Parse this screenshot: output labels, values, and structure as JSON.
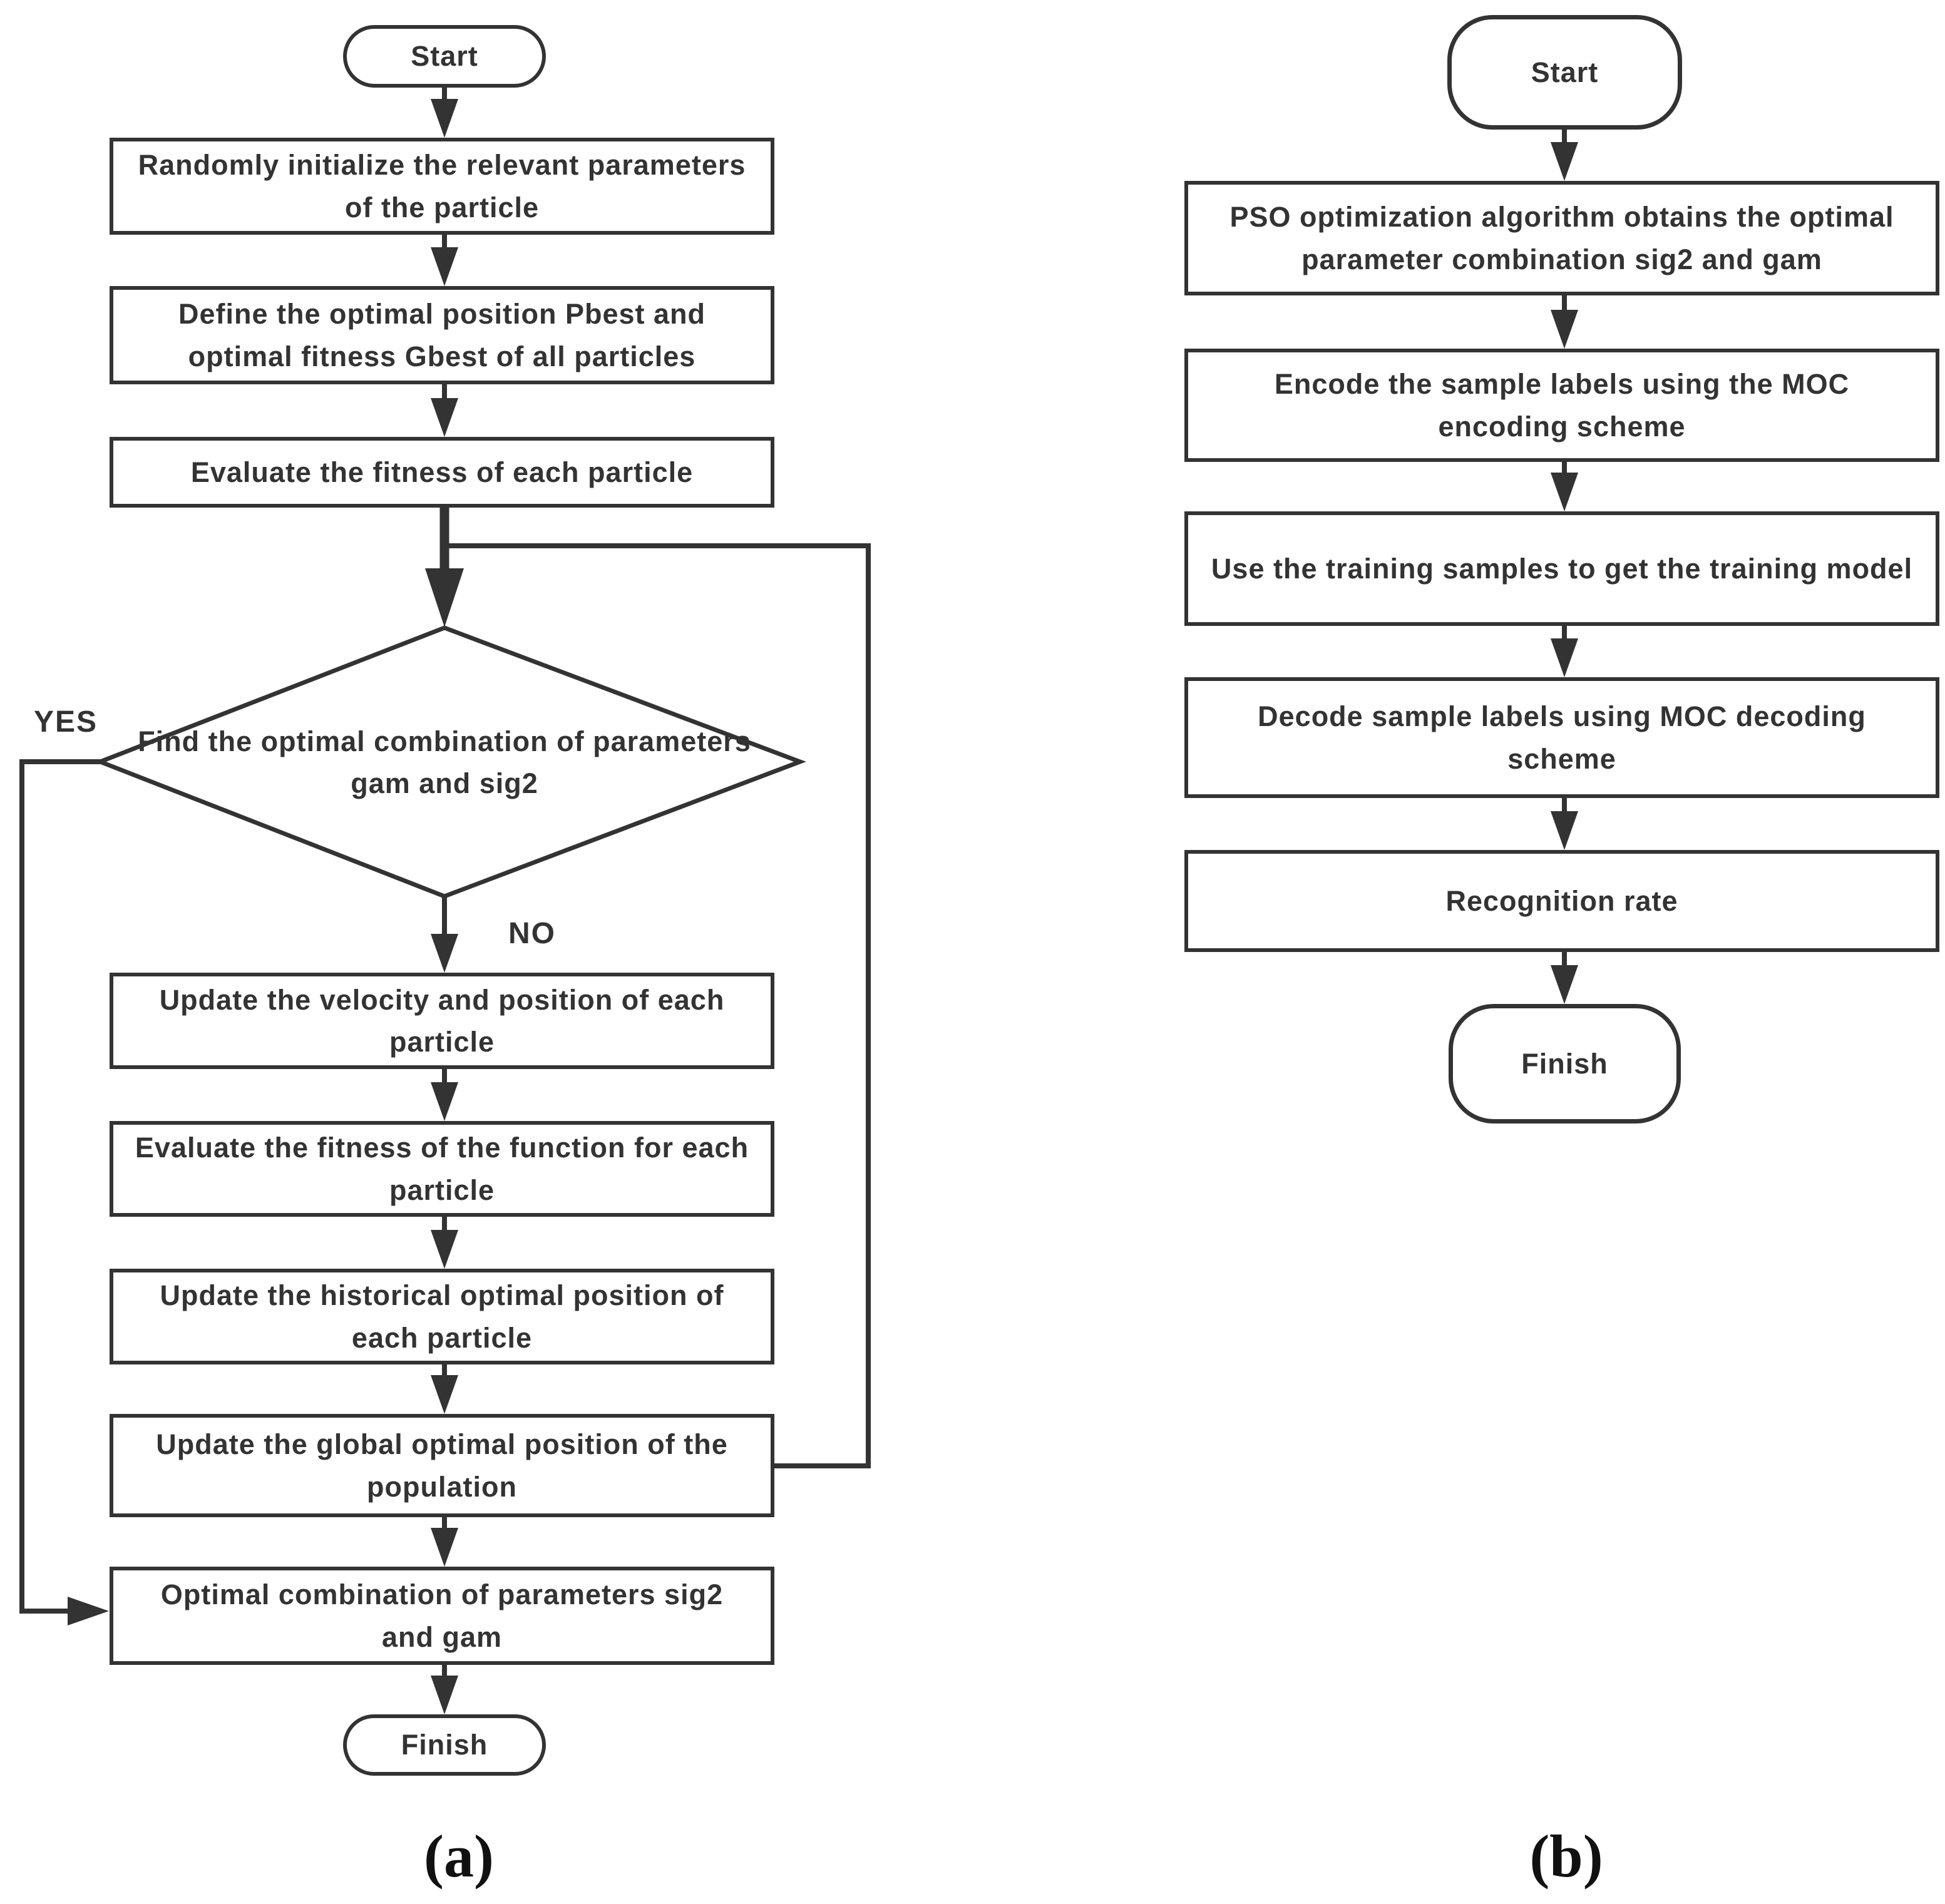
{
  "style": {
    "ink": "#333333",
    "background": "#ffffff"
  },
  "panel_a": {
    "caption": "(a)",
    "branch_labels": {
      "yes": "YES",
      "no": "NO"
    },
    "nodes": {
      "start": "Start",
      "init": "Randomly initialize the relevant parameters of the particle",
      "define": "Define the optimal position Pbest and optimal fitness Gbest of all particles",
      "evaluate": "Evaluate the fitness  of each particle",
      "decision": "Find the optimal combination of parameters gam and sig2",
      "update_velocity": "Update the velocity and position of each particle",
      "evaluate_function": "Evaluate the fitness of the function for each particle",
      "update_historical": "Update the historical optimal position of each particle",
      "update_global": "Update the global optimal position of the population",
      "optimal_combination": "Optimal combination of parameters sig2 and gam",
      "finish": "Finish"
    }
  },
  "panel_b": {
    "caption": "(b)",
    "nodes": {
      "start": "Start",
      "pso": "PSO optimization algorithm obtains the optimal parameter combination sig2 and gam",
      "encode": "Encode the sample labels using the MOC encoding scheme",
      "train": "Use the training samples to get the training model",
      "decode": "Decode sample labels using MOC decoding scheme",
      "recognition": "Recognition rate",
      "finish": "Finish"
    }
  }
}
